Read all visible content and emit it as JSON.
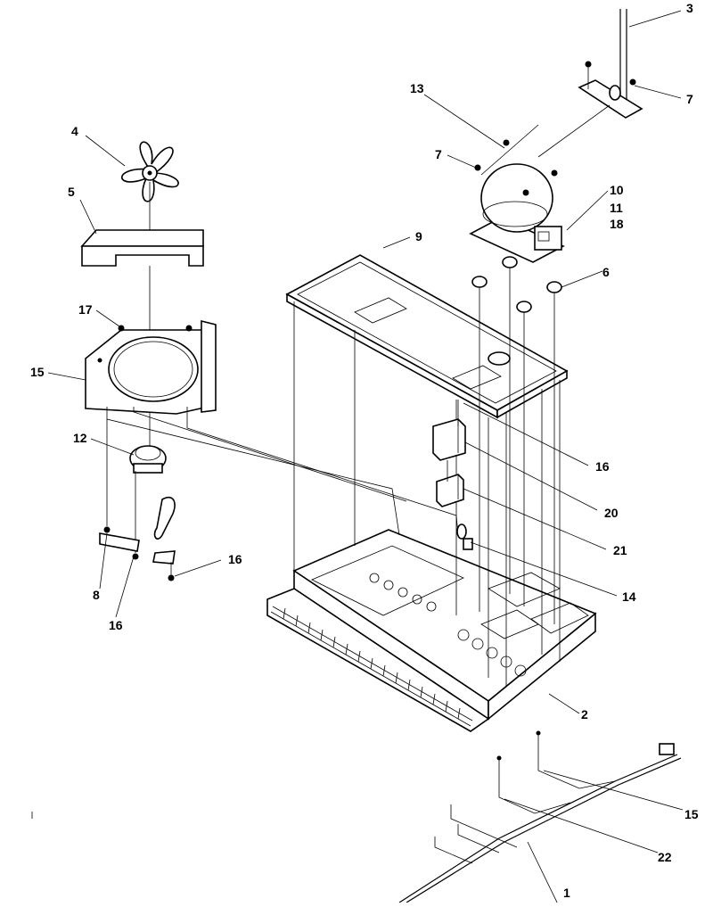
{
  "diagram": {
    "callouts": [
      {
        "id": "c1",
        "label": "1"
      },
      {
        "id": "c2",
        "label": "2"
      },
      {
        "id": "c3",
        "label": "3"
      },
      {
        "id": "c4",
        "label": "4"
      },
      {
        "id": "c5",
        "label": "5"
      },
      {
        "id": "c6",
        "label": "6"
      },
      {
        "id": "c7a",
        "label": "7"
      },
      {
        "id": "c7b",
        "label": "7"
      },
      {
        "id": "c8",
        "label": "8"
      },
      {
        "id": "c9",
        "label": "9"
      },
      {
        "id": "c10",
        "label": "10"
      },
      {
        "id": "c11",
        "label": "11"
      },
      {
        "id": "c12",
        "label": "12"
      },
      {
        "id": "c13",
        "label": "13"
      },
      {
        "id": "c14",
        "label": "14"
      },
      {
        "id": "c15a",
        "label": "15"
      },
      {
        "id": "c15b",
        "label": "15"
      },
      {
        "id": "c16a",
        "label": "16"
      },
      {
        "id": "c16b",
        "label": "16"
      },
      {
        "id": "c16c",
        "label": "16"
      },
      {
        "id": "c17",
        "label": "17"
      },
      {
        "id": "c18",
        "label": "18"
      },
      {
        "id": "c20",
        "label": "20"
      },
      {
        "id": "c21",
        "label": "21"
      },
      {
        "id": "c22",
        "label": "22"
      }
    ]
  }
}
